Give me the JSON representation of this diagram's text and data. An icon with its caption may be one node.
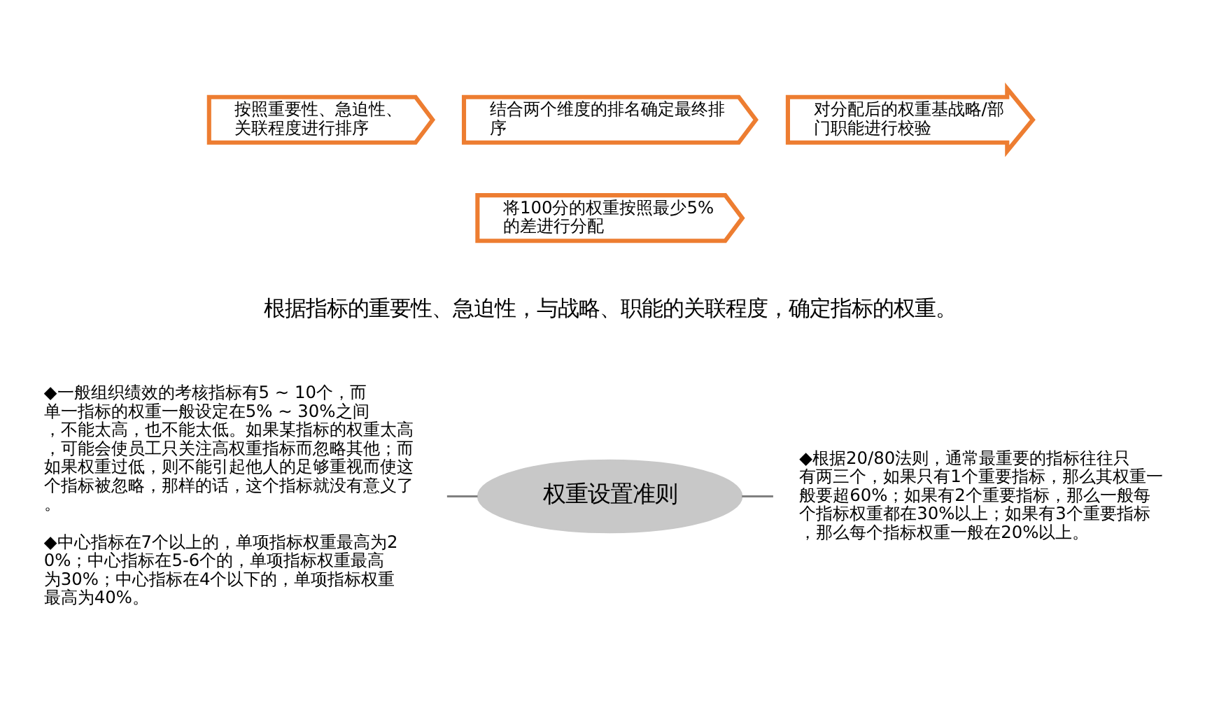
{
  "diagram": {
    "nodes": [
      {
        "text": [
          "按照重要性、急迫性、关联程度进行排序"
        ]
      },
      {
        "text": [
          "结合两个维度的排名确定最终排序"
        ]
      },
      {
        "text": [
          "将100分的权重按照最少5%的差进行分配"
        ]
      },
      {
        "text": [
          "对分配后的权重基战略/部门职能进行校验"
        ]
      },
      {
        "text": [
          "权重设置准则"
        ]
      },
      {
        "text": [
          "◆一般组织绩效的考核指标有5 ~ 10个，而单一指标的权重一般设定在5% ~ 30%之间，不能太高，也不能太低。如果某指标的权重太高，可能会使员工只关注高权重指标而忽略其他；而如果权重过低，则不能引起他人的足够重视而使这个指标被忽略，那样的话，这个指标就没有意义了。",
          "◆中心指标在7个以上的，单项指标权重最高为20%；中心指标在5-6个的，单项指标权重最高为30%；中心指标在4个以下的，单项指标权重最高为40%。"
        ]
      },
      {
        "text": [
          "◆根据20/80法则，通常最重要的指标往往只有两三个，如果只有1个重要指标，那么其权重一般要超60%；如果有2个重要指标，那么一般每个指标权重都在30%以上；如果有3个重要指标，那么每个指标权重一般在20%以上。"
        ]
      }
    ],
    "edges": [
      {
        "from": 5,
        "to": 4,
        "arrow": "none"
      },
      {
        "from": 4,
        "to": 6,
        "arrow": "none"
      }
    ],
    "labels": [
      "根据指标的重要性、急迫性，与战略、职能的关联程度，确定指标的权重。"
    ]
  }
}
